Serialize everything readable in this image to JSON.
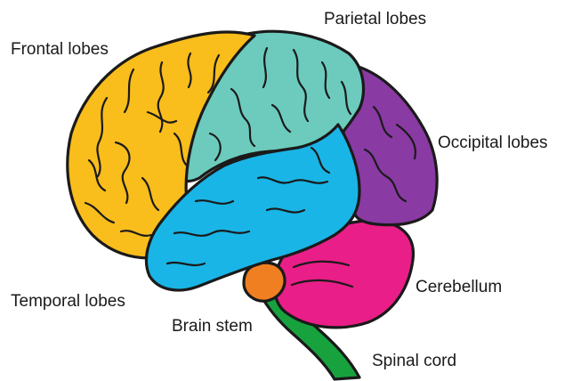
{
  "labels": {
    "frontal": "Frontal lobes",
    "parietal": "Parietal lobes",
    "occipital": "Occipital lobes",
    "cerebellum": "Cerebellum",
    "temporal": "Temporal lobes",
    "brain_stem": "Brain stem",
    "spinal_cord": "Spinal cord"
  },
  "colors": {
    "frontal": "#f9bd1c",
    "parietal": "#6ccbbd",
    "occipital": "#8a3aa3",
    "temporal": "#19b5e6",
    "cerebellum": "#ea1e88",
    "brain_stem": "#f07f22",
    "spinal_cord": "#17a23e",
    "outline": "#1a1a1a"
  }
}
